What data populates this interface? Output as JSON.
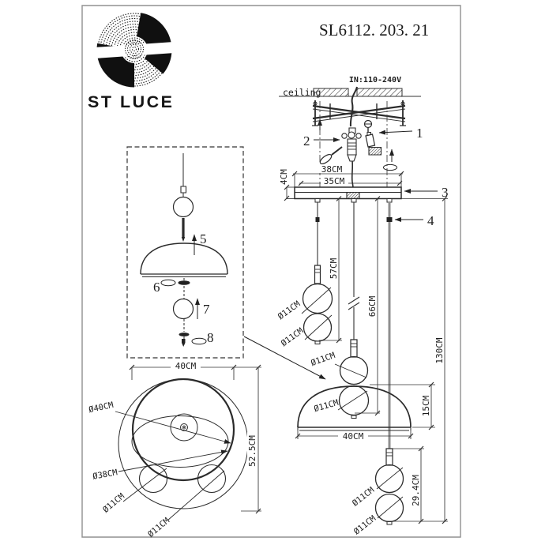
{
  "brand": {
    "name": "ST LUCE",
    "logo": "spiral-s-logo"
  },
  "model_number": "SL6112. 203. 21",
  "main_view": {
    "voltage_label": "IN:110-240V",
    "ceiling_label": "ceiling",
    "callout_1": "1",
    "callout_2": "2",
    "callout_3": "3",
    "callout_4": "4",
    "dim_canopy_outer": "38CM",
    "dim_canopy_inner": "35CM",
    "dim_canopy_height": "4CM",
    "dim_cable_left": "57CM",
    "dim_cable_mid": "66CM",
    "dim_total_height": "130CM",
    "dim_shade_height": "15CM",
    "dim_shade_width": "40CM",
    "dim_bottom_pendant": "29.4CM",
    "sphere_left_top": "Ø11CM",
    "sphere_left_bottom": "Ø11CM",
    "sphere_mid_top": "Ø11CM",
    "sphere_mid_bottom": "Ø11CM",
    "sphere_right_top": "Ø11CM",
    "sphere_right_bottom": "Ø11CM"
  },
  "detail_view": {
    "callout_5": "5",
    "callout_6": "6",
    "callout_7": "7",
    "callout_8": "8"
  },
  "top_view": {
    "dim_width": "40CM",
    "dim_height": "52.5CM",
    "dim_shade": "Ø40CM",
    "dim_plate": "Ø38CM",
    "dim_sphere_left": "Ø11CM",
    "dim_sphere_right": "Ø11CM"
  },
  "colors": {
    "line": "#2b2b2b",
    "dim_line": "#333333",
    "cable_gray": "#8f8f8f",
    "frame": "#909090"
  }
}
